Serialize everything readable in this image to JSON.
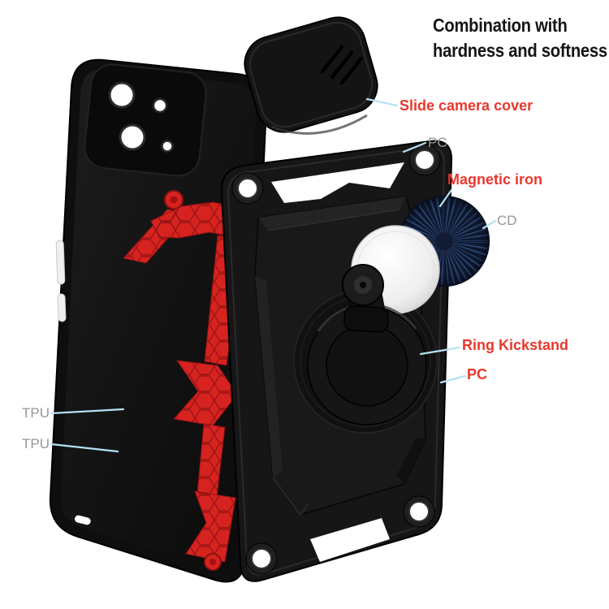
{
  "title": {
    "line1": "Combination with",
    "line2": "hardness and softness"
  },
  "labels": {
    "slide_camera_cover": {
      "text": "Slide camera cover",
      "color": "#e8382c"
    },
    "pc_top": {
      "text": "PC",
      "color": "#979797"
    },
    "magnetic_iron": {
      "text": "Magnetic iron",
      "color": "#e8382c"
    },
    "cd": {
      "text": "CD",
      "color": "#979797"
    },
    "ring_kickstand": {
      "text": "Ring Kickstand",
      "color": "#e8382c"
    },
    "pc_right": {
      "text": "PC",
      "color": "#e8382c"
    },
    "tpu_upper": {
      "text": "TPU",
      "color": "#979797"
    },
    "tpu_lower": {
      "text": "TPU",
      "color": "#979797"
    }
  },
  "colors": {
    "background": "#ffffff",
    "title_text": "#151515",
    "red_label": "#e8382c",
    "gray_label": "#979797",
    "callout_line": "#b5e2f4",
    "case_black": "#0e0e0e",
    "decor_red": "#d6231f",
    "decor_red_dark": "#8d1113",
    "cd_navy": "#111c33",
    "cd_groove_blue": "#3a5f9e",
    "armor_frame": "#161616",
    "ring_black": "#161616",
    "white_disc": "#f2f2f2",
    "button_silver": "#f0f0f0"
  }
}
